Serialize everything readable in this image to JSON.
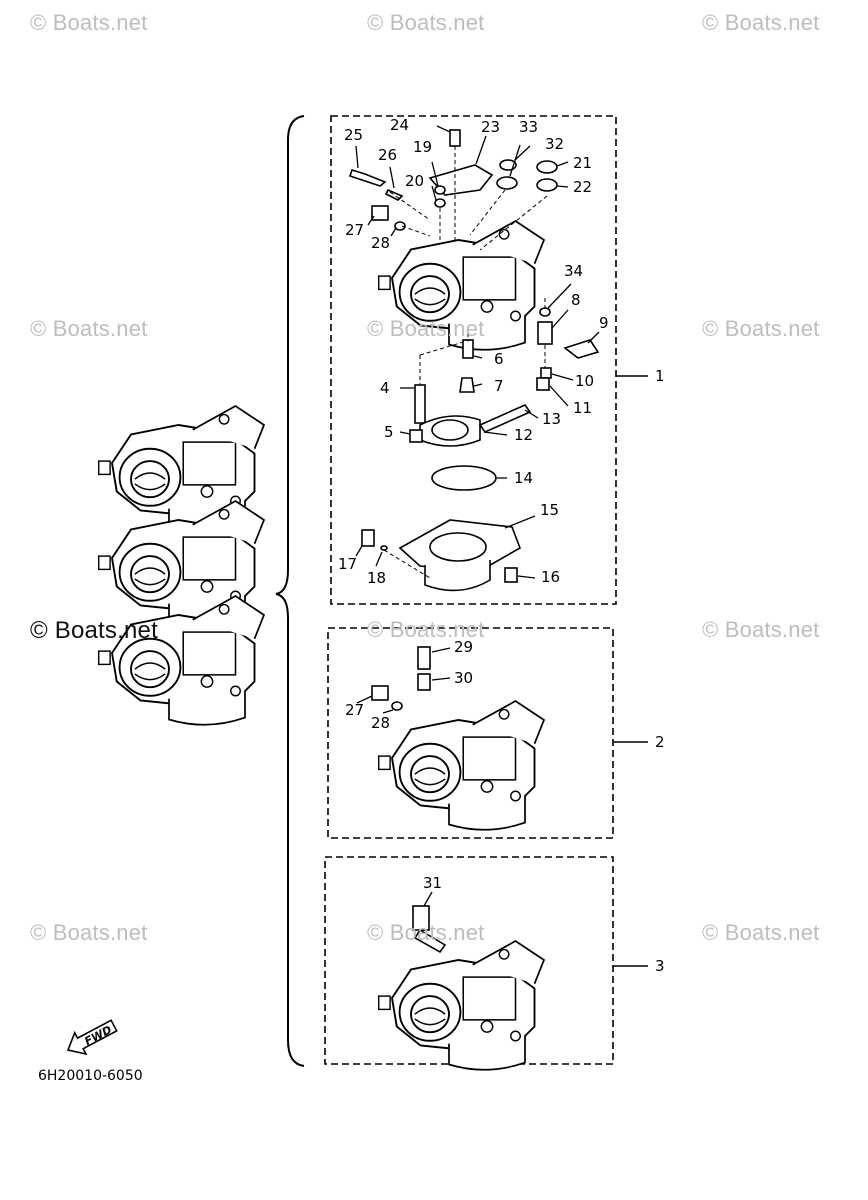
{
  "watermark": "© Boats.net",
  "diagram_code": "6H20010-6050",
  "fwd_label": "FWD",
  "groups": [
    {
      "id": "1",
      "label": "1"
    },
    {
      "id": "2",
      "label": "2"
    },
    {
      "id": "3",
      "label": "3"
    }
  ],
  "parts": {
    "p1": "1",
    "p2": "2",
    "p3": "3",
    "p4": "4",
    "p5": "5",
    "p6": "6",
    "p7": "7",
    "p8": "8",
    "p9": "9",
    "p10": "10",
    "p11": "11",
    "p12": "12",
    "p13": "13",
    "p14": "14",
    "p15": "15",
    "p16": "16",
    "p17": "17",
    "p18": "18",
    "p19": "19",
    "p20": "20",
    "p21": "21",
    "p22": "22",
    "p23": "23",
    "p24": "24",
    "p25": "25",
    "p26": "26",
    "p27": "27",
    "p28": "28",
    "p29": "29",
    "p30": "30",
    "p31": "31",
    "p32": "32",
    "p33": "33",
    "p34": "34"
  }
}
